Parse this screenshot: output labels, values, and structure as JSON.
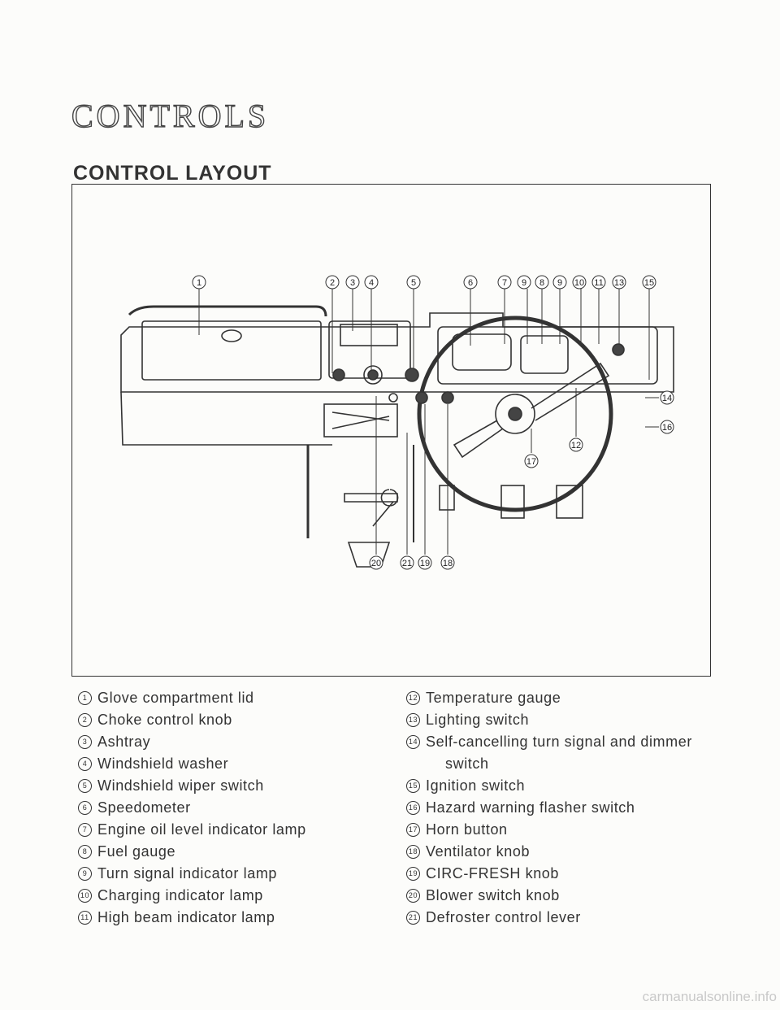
{
  "heading": "CONTROLS",
  "section_title": "CONTROL LAYOUT",
  "figure": {
    "callouts_top": [
      "1",
      "2",
      "3",
      "4",
      "5",
      "6",
      "7",
      "9",
      "8",
      "9",
      "10",
      "11",
      "13",
      "15"
    ],
    "callouts_right": [
      "14",
      "16"
    ],
    "callouts_wheel": [
      "12",
      "17"
    ],
    "callouts_bottom": [
      "20",
      "21",
      "19",
      "18"
    ]
  },
  "legend_left": [
    {
      "num": "1",
      "text": "Glove compartment lid"
    },
    {
      "num": "2",
      "text": "Choke control knob"
    },
    {
      "num": "3",
      "text": "Ashtray"
    },
    {
      "num": "4",
      "text": "Windshield washer"
    },
    {
      "num": "5",
      "text": "Windshield wiper switch"
    },
    {
      "num": "6",
      "text": "Speedometer"
    },
    {
      "num": "7",
      "text": "Engine oil level indicator lamp"
    },
    {
      "num": "8",
      "text": "Fuel gauge"
    },
    {
      "num": "9",
      "text": "Turn signal indicator lamp"
    },
    {
      "num": "10",
      "text": "Charging indicator lamp"
    },
    {
      "num": "11",
      "text": "High beam indicator lamp"
    }
  ],
  "legend_right": [
    {
      "num": "12",
      "text": "Temperature gauge"
    },
    {
      "num": "13",
      "text": "Lighting switch"
    },
    {
      "num": "14",
      "text": "Self-cancelling turn signal and dimmer switch"
    },
    {
      "num": "15",
      "text": "Ignition switch"
    },
    {
      "num": "16",
      "text": "Hazard warning flasher switch"
    },
    {
      "num": "17",
      "text": "Horn button"
    },
    {
      "num": "18",
      "text": "Ventilator knob"
    },
    {
      "num": "19",
      "text": "CIRC-FRESH knob"
    },
    {
      "num": "20",
      "text": "Blower switch knob"
    },
    {
      "num": "21",
      "text": "Defroster control lever"
    }
  ],
  "watermark": "carmanualsonline.info"
}
